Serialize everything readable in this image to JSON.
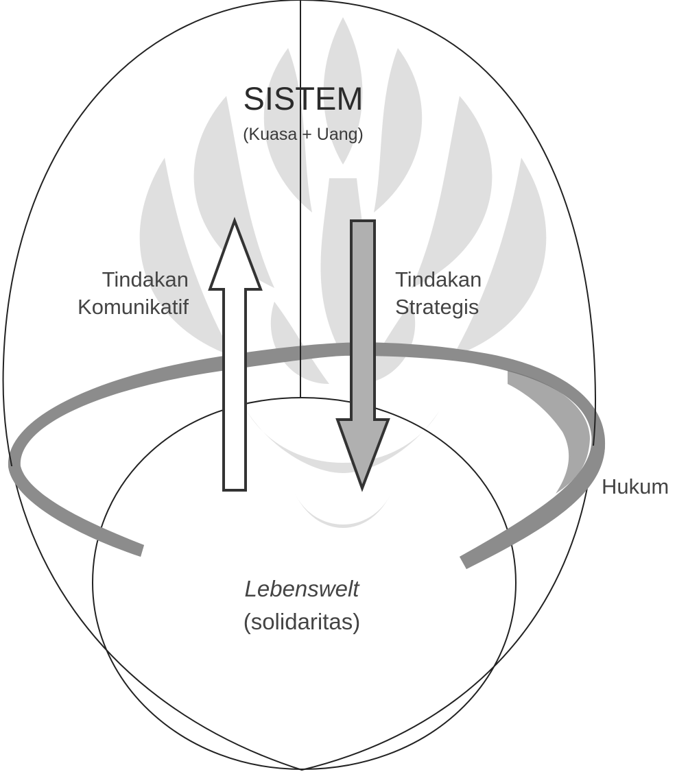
{
  "title": "SISTEM",
  "subtitle": "(Kuasa + Uang)",
  "left_arrow": {
    "line1": "Tindakan",
    "line2": "Komunikatif"
  },
  "right_arrow": {
    "line1": "Tindakan",
    "line2": "Strategis"
  },
  "ring_label": "Hukum",
  "lifeworld": {
    "name": "Lebenswelt",
    "caption": "(solidaritas)"
  },
  "colors": {
    "stroke": "#222222",
    "text": "#444444",
    "title": "#2b2b2b",
    "ring": "#8c8c8c",
    "ring_dark": "#6e6e6e",
    "arrow_fill_left": "#ffffff",
    "arrow_fill_right": "#b0b0b0",
    "watermark": "#dcdcdc"
  },
  "icons": {
    "watermark": "university-emblem-watermark"
  }
}
